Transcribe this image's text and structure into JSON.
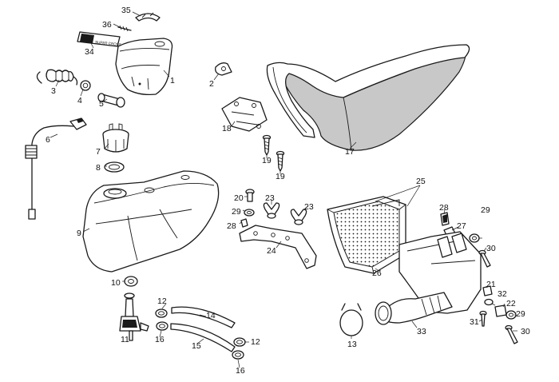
{
  "sticker_text": "SUPER CROSS",
  "labels": [
    {
      "id": "label-1",
      "text": "1"
    },
    {
      "id": "label-2",
      "text": "2"
    },
    {
      "id": "label-3",
      "text": "3"
    },
    {
      "id": "label-4",
      "text": "4"
    },
    {
      "id": "label-5",
      "text": "5"
    },
    {
      "id": "label-6",
      "text": "6"
    },
    {
      "id": "label-7",
      "text": "7"
    },
    {
      "id": "label-8",
      "text": "8"
    },
    {
      "id": "label-9",
      "text": "9"
    },
    {
      "id": "label-10",
      "text": "10"
    },
    {
      "id": "label-11",
      "text": "11"
    },
    {
      "id": "label-12a",
      "text": "12"
    },
    {
      "id": "label-12b",
      "text": "12"
    },
    {
      "id": "label-13",
      "text": "13"
    },
    {
      "id": "label-14",
      "text": "14"
    },
    {
      "id": "label-15",
      "text": "15"
    },
    {
      "id": "label-16a",
      "text": "16"
    },
    {
      "id": "label-16b",
      "text": "16"
    },
    {
      "id": "label-17",
      "text": "17"
    },
    {
      "id": "label-18",
      "text": "18"
    },
    {
      "id": "label-19a",
      "text": "19"
    },
    {
      "id": "label-19b",
      "text": "19"
    },
    {
      "id": "label-20",
      "text": "20"
    },
    {
      "id": "label-21",
      "text": "21"
    },
    {
      "id": "label-22",
      "text": "22"
    },
    {
      "id": "label-23a",
      "text": "23"
    },
    {
      "id": "label-23b",
      "text": "23"
    },
    {
      "id": "label-24",
      "text": "24"
    },
    {
      "id": "label-25",
      "text": "25"
    },
    {
      "id": "label-26",
      "text": "26"
    },
    {
      "id": "label-27",
      "text": "27"
    },
    {
      "id": "label-28a",
      "text": "28"
    },
    {
      "id": "label-28b",
      "text": "28"
    },
    {
      "id": "label-29a",
      "text": "29"
    },
    {
      "id": "label-29b",
      "text": "29"
    },
    {
      "id": "label-29c",
      "text": "29"
    },
    {
      "id": "label-30a",
      "text": "30"
    },
    {
      "id": "label-30b",
      "text": "30"
    },
    {
      "id": "label-31",
      "text": "31"
    },
    {
      "id": "label-32",
      "text": "32"
    },
    {
      "id": "label-33",
      "text": "33"
    },
    {
      "id": "label-34",
      "text": "34"
    },
    {
      "id": "label-35",
      "text": "35"
    },
    {
      "id": "label-36",
      "text": "36"
    }
  ]
}
